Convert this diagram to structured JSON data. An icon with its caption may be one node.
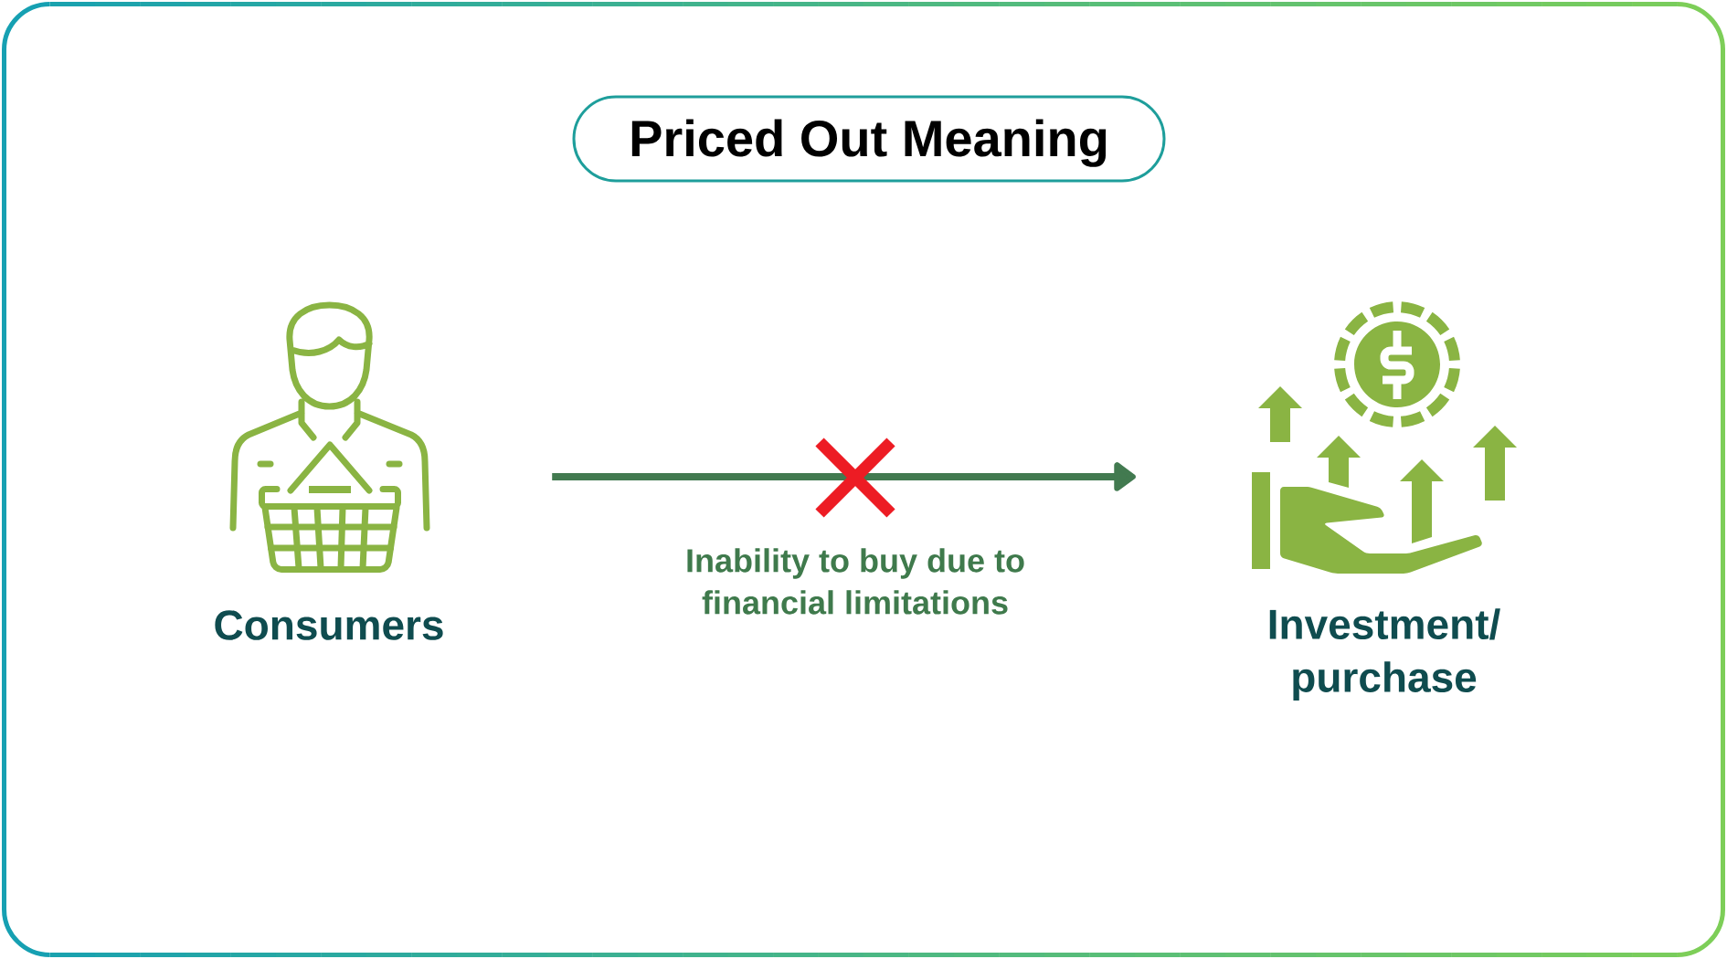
{
  "diagram": {
    "title": "Priced Out Meaning",
    "nodes": [
      {
        "text": [
          "Consumers"
        ]
      },
      {
        "text": [
          "Investment/ purchase"
        ]
      }
    ],
    "edges": [
      {
        "from": 0,
        "to": 1,
        "arrow": "to",
        "label": "Inability to buy due to financial limitations"
      }
    ]
  }
}
